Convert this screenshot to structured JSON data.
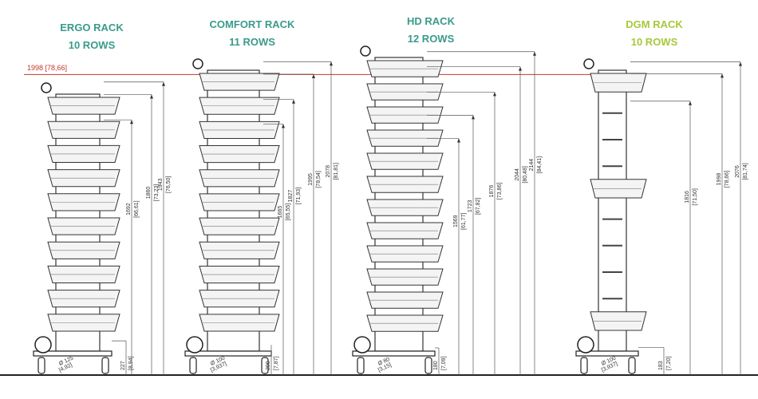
{
  "reference_line": {
    "label": "1998 [78,66]",
    "color": "#c0392b"
  },
  "title_color": "#3a9a8c",
  "dgm_title_color": "#a8c83a",
  "racks": [
    {
      "name": "ERGO RACK",
      "rows_label": "10 ROWS",
      "rows": 10,
      "dims": [
        {
          "mm": "1692",
          "inch": "[66,61]"
        },
        {
          "mm": "1860",
          "inch": "[73,23]"
        },
        {
          "mm": "1943",
          "inch": "[76,50]"
        }
      ],
      "base": {
        "mm": "227",
        "inch": "[8,94]"
      },
      "wheel": {
        "mm": "Ø 125",
        "inch": "[4,92]"
      }
    },
    {
      "name": "COMFORT RACK",
      "rows_label": "11 ROWS",
      "rows": 11,
      "dims": [
        {
          "mm": "1665",
          "inch": "[65,55]"
        },
        {
          "mm": "1827",
          "inch": "[71,93]"
        },
        {
          "mm": "1995",
          "inch": "[78,54]"
        },
        {
          "mm": "2078",
          "inch": "[81,81]"
        }
      ],
      "base": {
        "mm": "200",
        "inch": "[7,87]"
      },
      "wheel": {
        "mm": "Ø 100",
        "inch": "[3,937]"
      }
    },
    {
      "name": "HD RACK",
      "rows_label": "12 ROWS",
      "rows": 12,
      "dims": [
        {
          "mm": "1569",
          "inch": "[61,77]"
        },
        {
          "mm": "1723",
          "inch": "[67,82]"
        },
        {
          "mm": "1876",
          "inch": "[73,86]"
        },
        {
          "mm": "2044",
          "inch": "[80,48]"
        },
        {
          "mm": "2144",
          "inch": "[84,41]"
        }
      ],
      "base": {
        "mm": "180",
        "inch": "[7,09]"
      },
      "wheel": {
        "mm": "Ø 80",
        "inch": "[3,15]"
      }
    },
    {
      "name": "DGM RACK",
      "rows_label": "10 ROWS",
      "rows": 10,
      "dims": [
        {
          "mm": "1816",
          "inch": "[71,50]"
        },
        {
          "mm": "1998",
          "inch": "[78,66]"
        },
        {
          "mm": "2076",
          "inch": "[81,74]"
        }
      ],
      "base": {
        "mm": "183",
        "inch": "[7,20]"
      },
      "wheel": {
        "mm": "Ø 100",
        "inch": "[3,937]"
      }
    }
  ]
}
